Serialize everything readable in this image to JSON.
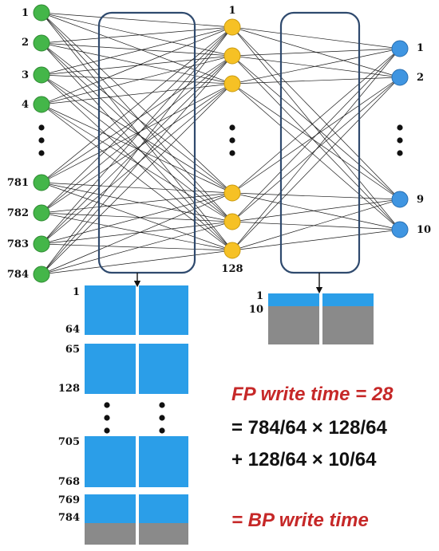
{
  "colors": {
    "input_node": "#44b649",
    "hidden_node": "#f6c125",
    "output_node": "#3f95e1",
    "block_blue": "#2b9ee8",
    "block_gray": "#8a8a8a",
    "box_stroke": "#2f4a6e",
    "highlight_text": "#c62828"
  },
  "layers": {
    "input": {
      "labels": [
        "1",
        "2",
        "3",
        "4",
        "781",
        "782",
        "783",
        "784"
      ]
    },
    "hidden": {
      "labels": [
        "1",
        "128"
      ]
    },
    "output": {
      "labels": [
        "1",
        "2",
        "9",
        "10"
      ]
    }
  },
  "weight_matrix_1": {
    "row_labels": [
      "1",
      "64",
      "65",
      "128",
      "705",
      "768",
      "769",
      "784"
    ]
  },
  "weight_matrix_2": {
    "row_labels": [
      "1",
      "10"
    ]
  },
  "equation": {
    "line1": "FP write time = 28",
    "line2": "= 784/64 × 128/64",
    "line3": "+ 128/64 × 10/64",
    "line4": "= BP write time"
  }
}
